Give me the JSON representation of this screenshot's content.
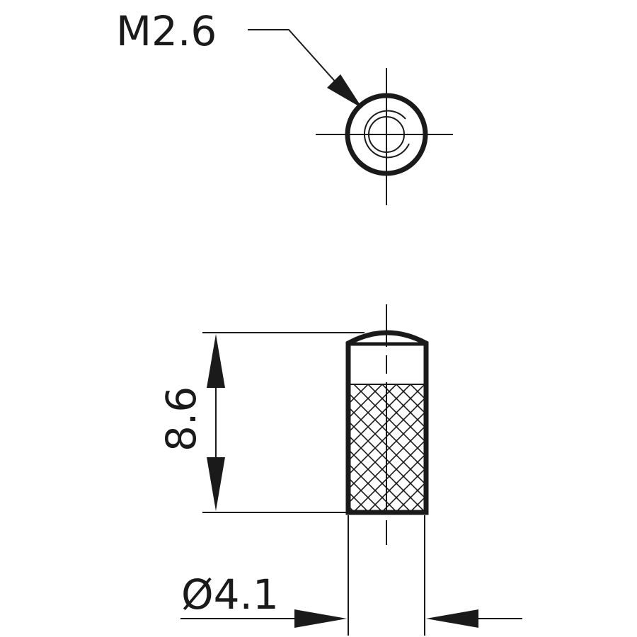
{
  "labels": {
    "thread": "M2.6",
    "length": "8.6",
    "diameter": "Ø4.1"
  },
  "colors": {
    "line": "#1a1a1a",
    "background": "#ffffff"
  }
}
